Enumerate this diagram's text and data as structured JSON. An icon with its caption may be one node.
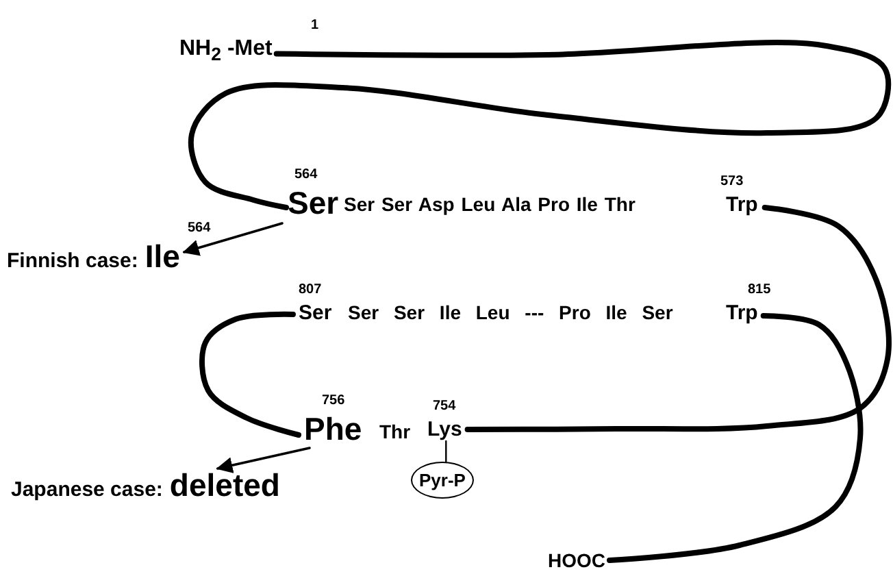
{
  "diagram": {
    "nodes": [
      {
        "text": [
          "NH$_{2}$ -Met"
        ],
        "beside": [
          "1"
        ]
      },
      {
        "text": [
          "Ser"
        ],
        "beside": [
          "564"
        ]
      },
      {
        "text": [
          "Trp"
        ],
        "beside": [
          "573"
        ]
      },
      {
        "text": [
          "Finnish case:",
          "Ile"
        ],
        "beside": [
          "564"
        ]
      },
      {
        "text": [
          "Ser"
        ],
        "beside": [
          "807"
        ]
      },
      {
        "text": [
          "Trp"
        ],
        "beside": [
          "815"
        ]
      },
      {
        "text": [
          "Phe"
        ],
        "beside": [
          "756"
        ]
      },
      {
        "text": [
          "Lys"
        ],
        "beside": [
          "754"
        ]
      },
      {
        "text": [
          "Pyr-P"
        ]
      },
      {
        "text": [
          "Japanese case:",
          "deleted"
        ]
      },
      {
        "text": [
          "HOOC"
        ]
      }
    ],
    "edges": [
      {
        "from": 0,
        "to": 1,
        "arrow": "none"
      },
      {
        "from": 2,
        "to": 7,
        "arrow": "none"
      },
      {
        "from": 6,
        "to": 4,
        "arrow": "none"
      },
      {
        "from": 5,
        "to": 10,
        "arrow": "none"
      },
      {
        "from": 7,
        "to": 8,
        "arrow": "none"
      },
      {
        "from": 1,
        "to": 3,
        "arrow": "to"
      },
      {
        "from": 6,
        "to": 9,
        "arrow": "to"
      }
    ],
    "labels": [
      "Ser Ser Asp Leu Ala Pro Ile Thr",
      "Ser Ser Ile Leu --- Pro Ile Ser",
      "Thr"
    ]
  }
}
